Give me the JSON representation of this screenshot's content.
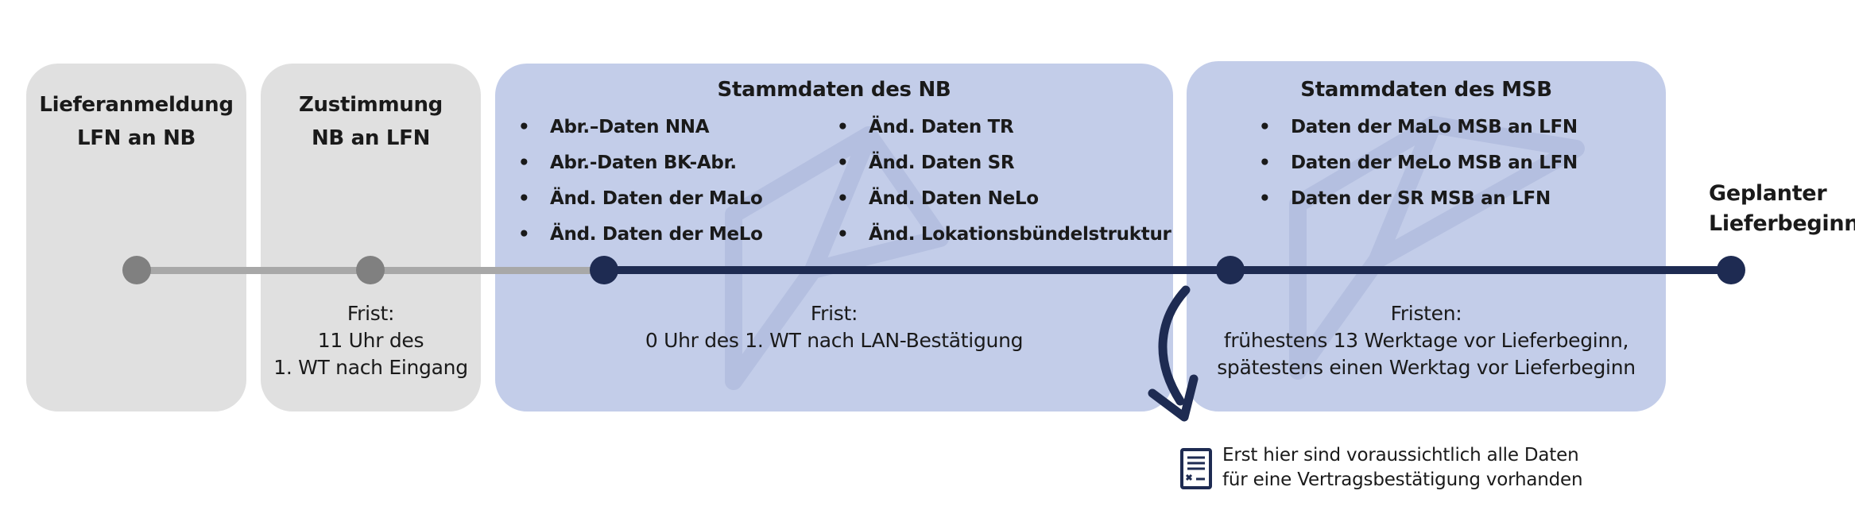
{
  "phases": [
    {
      "title": "Lieferanmeldung\nLFN an NB"
    },
    {
      "title": "Zustimmung\nNB an LFN",
      "note": "Frist:\n11 Uhr des\n1. WT nach Eingang"
    },
    {
      "title": "Stammdaten des NB",
      "list_left": [
        "Abr.–Daten NNA",
        "Abr.-Daten BK-Abr.",
        "Änd. Daten der MaLo",
        "Änd. Daten der MeLo"
      ],
      "list_right": [
        "Änd. Daten TR",
        "Änd. Daten SR",
        "Änd. Daten NeLo",
        "Änd. Lokationsbündelstruktur"
      ],
      "note": "Frist:\n0 Uhr des 1. WT nach LAN-Bestätigung"
    },
    {
      "title": "Stammdaten des MSB",
      "list": [
        "Daten der MaLo MSB an LFN",
        "Daten der MeLo MSB an LFN",
        "Daten der SR MSB an LFN"
      ],
      "note": "Fristen:\nfrühestens 13 Werktage vor Lieferbeginn,\nspätestens einen Werktag vor Lieferbeginn"
    }
  ],
  "end_label": "Geplanter\nLieferbeginn",
  "callout": {
    "text": "Erst hier sind voraussichtlich alle Daten\nfür eine Vertragsbestätigung vorhanden",
    "icon": "document-icon"
  },
  "colors": {
    "grey_box": "#e0e0e0",
    "blue_box": "#c3cde9",
    "navy": "#1e2b52",
    "grey_line": "#a8a8a8",
    "grey_dot": "#808080"
  }
}
